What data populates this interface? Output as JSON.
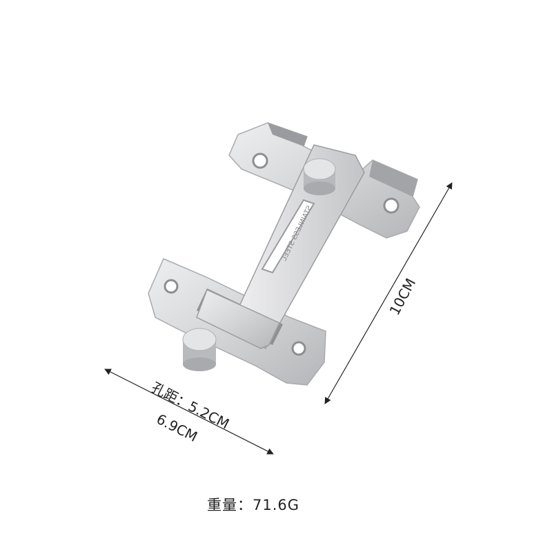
{
  "product": {
    "stamp_text": "STAINLESS STEEL",
    "metal_color": "#c9cacc",
    "metal_shadow": "#9a9b9e",
    "metal_highlight": "#eeeff0"
  },
  "dimensions": {
    "height": "10CM",
    "width": "6.9CM",
    "hole_spacing": "孔距：5.2CM"
  },
  "weight": "重量：71.6G"
}
